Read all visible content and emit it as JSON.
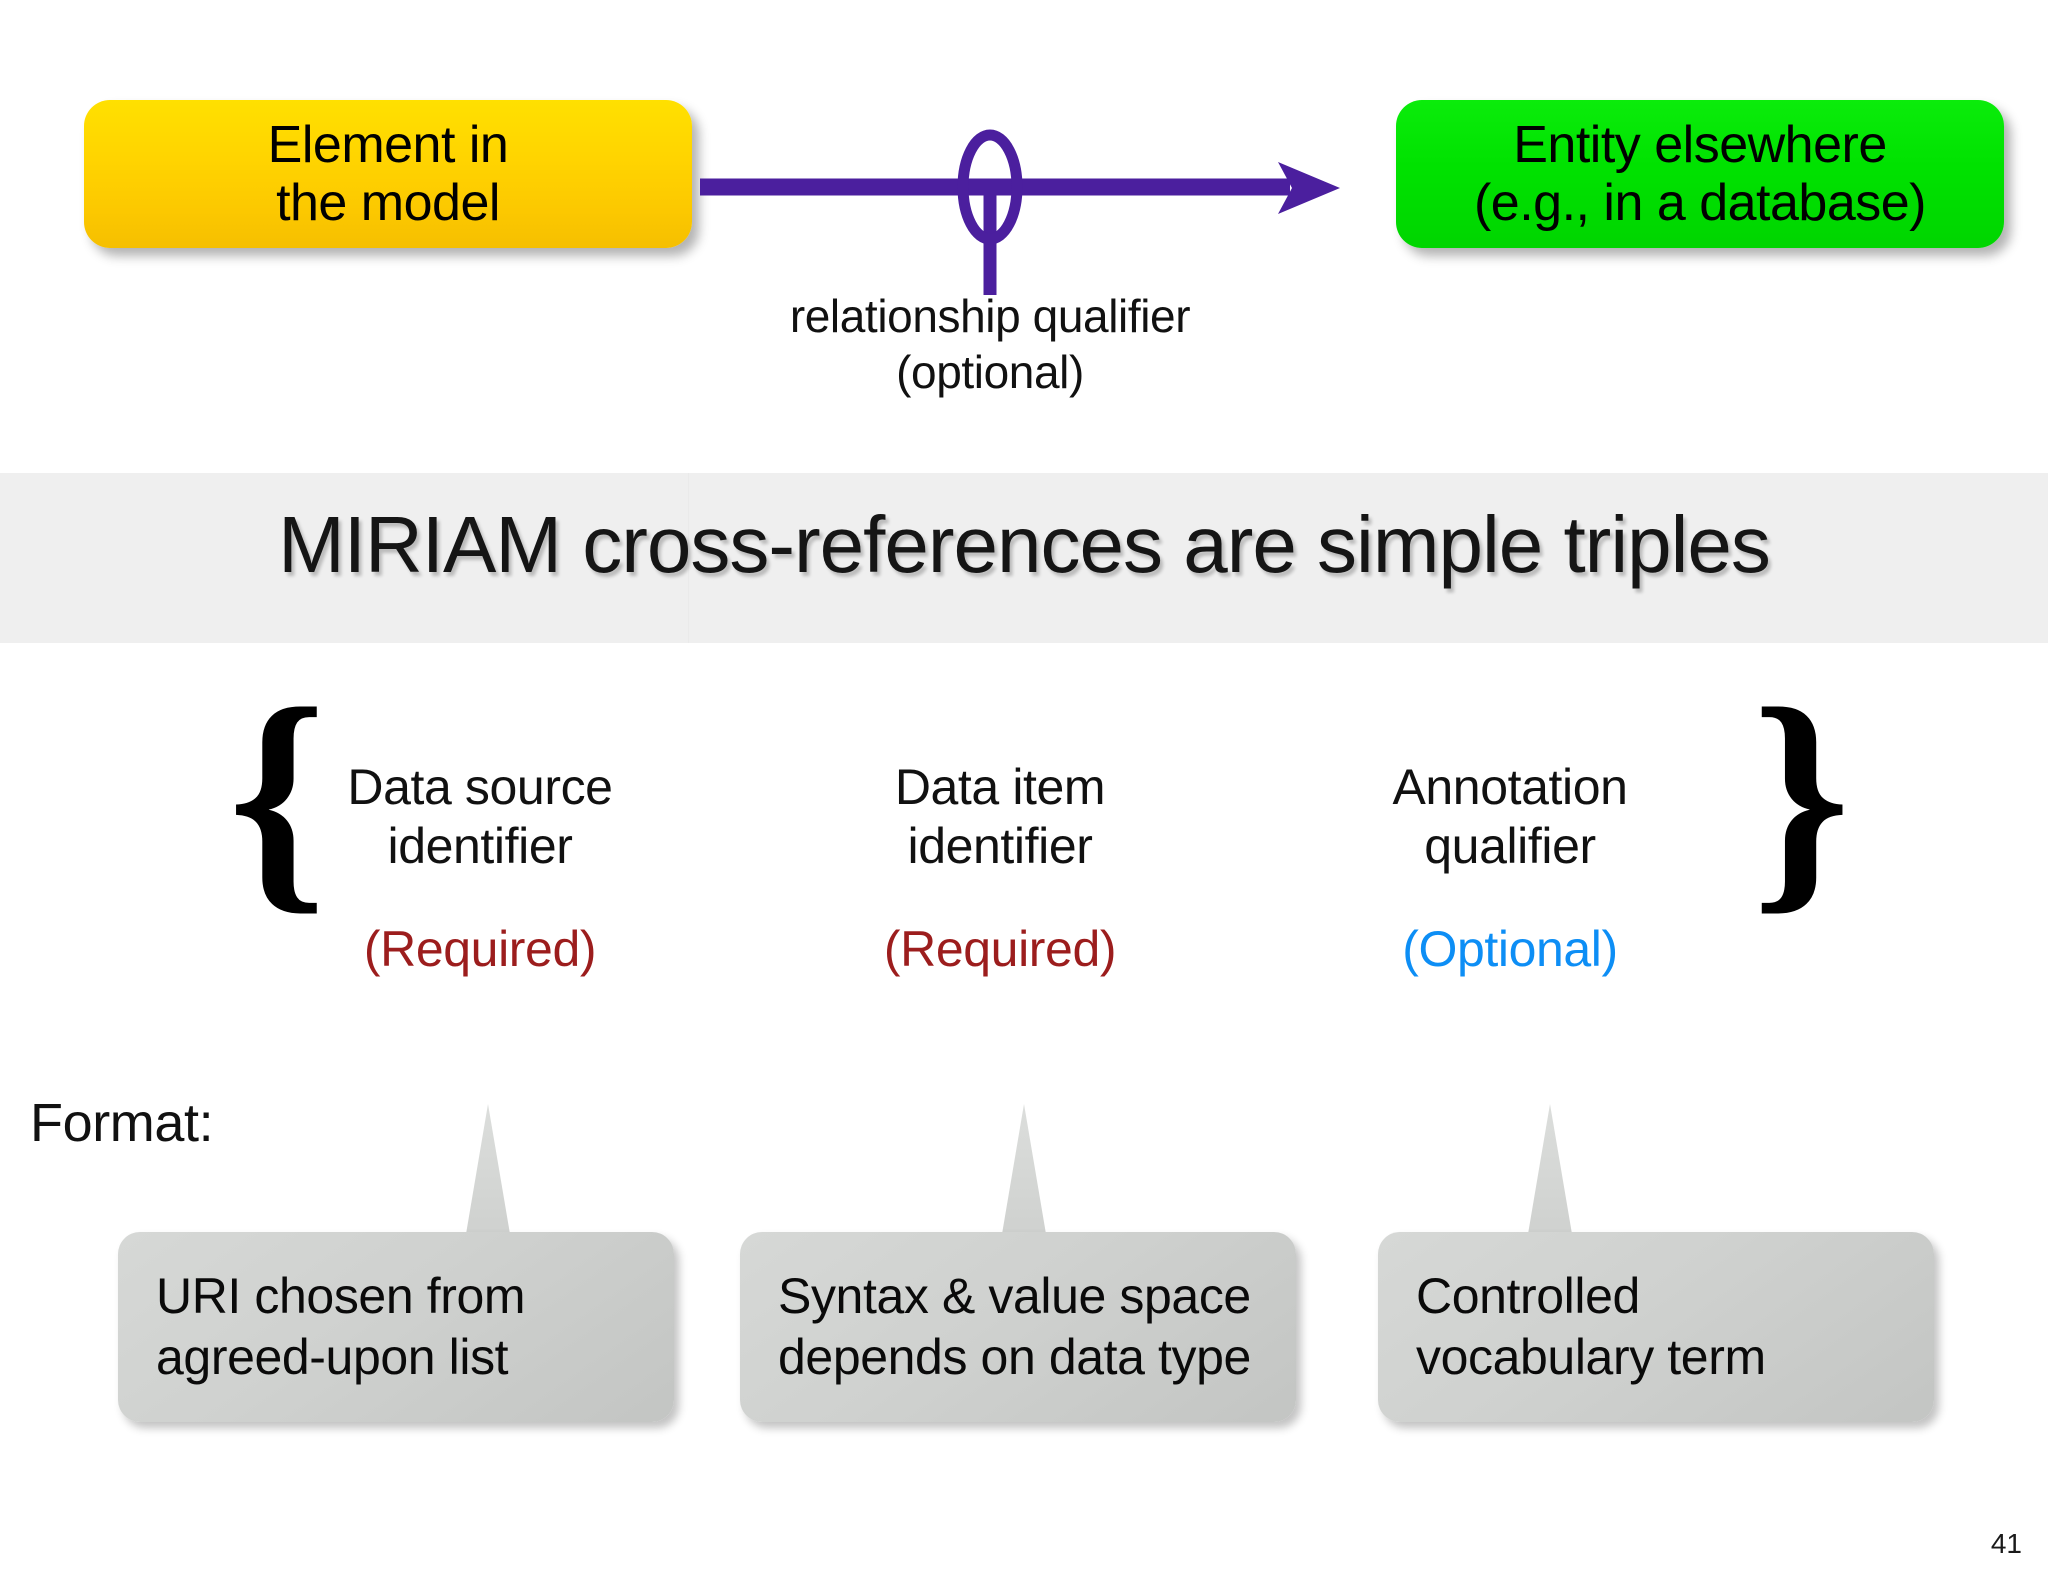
{
  "slide": {
    "page_number": "41",
    "title": "MIRIAM cross-references are simple triples"
  },
  "diagram": {
    "source_node": {
      "line1": "Element in",
      "line2": "the model",
      "color": "#ffd400"
    },
    "target_node": {
      "line1": "Entity elsewhere",
      "line2": "(e.g., in a database)",
      "color": "#00e200"
    },
    "arrow": {
      "color": "#4b1f9e",
      "qualifier_caption_line1": "relationship qualifier",
      "qualifier_caption_line2": "(optional)"
    }
  },
  "triple": {
    "open_brace": "{",
    "close_brace": "}",
    "columns": [
      {
        "label_line1": "Data source",
        "label_line2": "identifier",
        "requirement": "(Required)",
        "requirement_color": "#9c1d1d",
        "callout": {
          "line1": "URI chosen from",
          "line2": "agreed-upon list"
        }
      },
      {
        "label_line1": "Data item",
        "label_line2": "identifier",
        "requirement": "(Required)",
        "requirement_color": "#9c1d1d",
        "callout": {
          "line1": "Syntax & value space",
          "line2": "depends on data type"
        }
      },
      {
        "label_line1": "Annotation",
        "label_line2": "qualifier",
        "requirement": "(Optional)",
        "requirement_color": "#0d8ef5",
        "callout": {
          "line1": "Controlled",
          "line2": "vocabulary term"
        }
      }
    ]
  },
  "format_section": {
    "label": "Format:"
  }
}
